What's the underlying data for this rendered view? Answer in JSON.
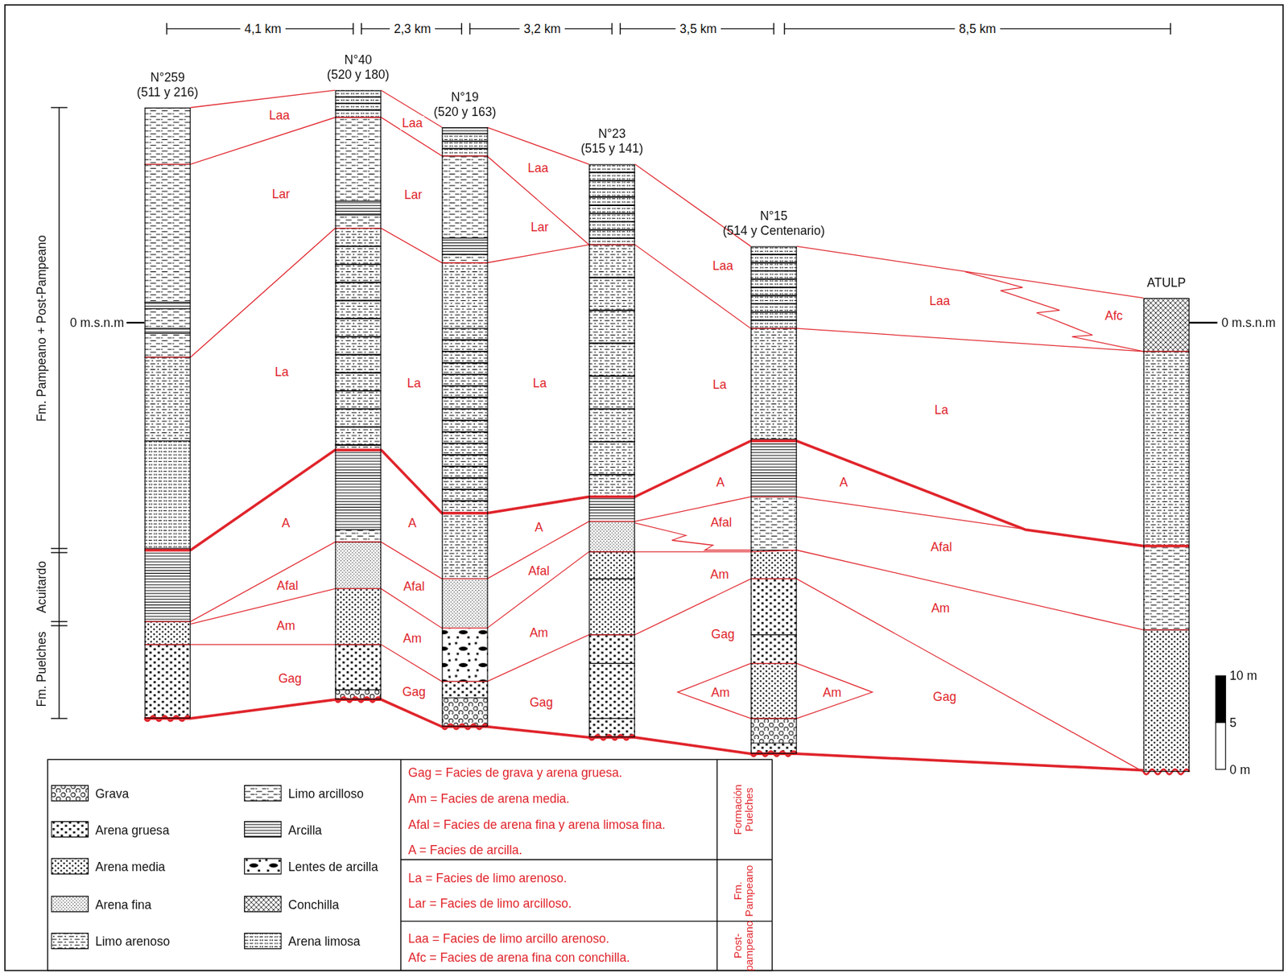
{
  "diagram": {
    "nodes": [
      {
        "text": [
          "N°259",
          "(511 y 216)"
        ]
      },
      {
        "text": [
          "N°40",
          "(520 y 180)"
        ]
      },
      {
        "text": [
          "N°19",
          "(520 y 163)"
        ]
      },
      {
        "text": [
          "N°23",
          "(515 y 141)"
        ]
      },
      {
        "text": [
          "N°15",
          "(514 y Centenario)"
        ]
      },
      {
        "text": [
          "ATULP"
        ]
      }
    ],
    "labels": [
      "4,1 km",
      "2,3 km",
      "3,2 km",
      "3,5 km",
      "8,5 km",
      "Fm. Pampeano + Post-Pampeano",
      "0 m.s.n.m",
      "Acuitardo",
      "Fm. Puelches",
      "Laa",
      "Lar",
      "La",
      "A",
      "Afal",
      "Am",
      "Gag",
      "Laa",
      "Lar",
      "La",
      "A",
      "Afal",
      "Am",
      "Gag",
      "Laa",
      "Lar",
      "La",
      "A",
      "Afal",
      "Am",
      "Gag",
      "Laa",
      "La",
      "A",
      "Afal",
      "Am",
      "Gag",
      "Am",
      "Laa",
      "Afc",
      "La",
      "A",
      "Afal",
      "Am",
      "Gag",
      "Am",
      "0 m.s.n.m",
      "10 m",
      "5",
      "0 m",
      "Gag = Facies de grava y arena gruesa.",
      "Am = Facies de arena media.",
      "Afal = Facies de arena fina y arena limosa fina.",
      "A = Facies de arcilla.",
      "Formación Puelches",
      "La = Facies de limo arenoso.",
      "Lar = Facies de limo arcilloso.",
      "Fm. Pampeano",
      "Laa = Facies de limo arcillo arenoso.",
      "Afc = Facies de arena fina con conchilla.",
      "Post-pampeano"
    ],
    "legend": [
      {
        "text": "Grava"
      },
      {
        "text": "Arena gruesa"
      },
      {
        "text": "Arena media"
      },
      {
        "text": "Arena fina"
      },
      {
        "text": "Limo arenoso"
      },
      {
        "text": "Limo arcilloso"
      },
      {
        "text": "Arcilla"
      },
      {
        "text": "Lentes de arcilla"
      },
      {
        "text": "Conchilla"
      },
      {
        "text": "Arena limosa"
      }
    ]
  }
}
